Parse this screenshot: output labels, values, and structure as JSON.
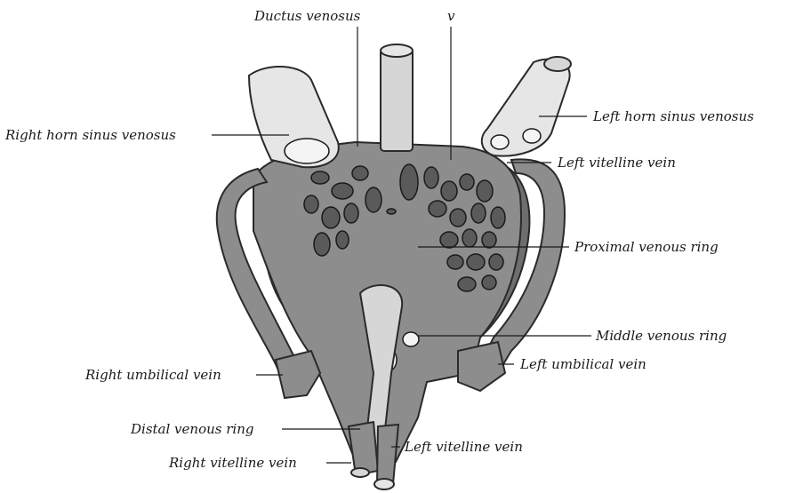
{
  "figure": {
    "labels": {
      "ductus_venosus": "Ductus venosus",
      "v": "v",
      "right_horn_sinus_venosus": "Right horn sinus venosus",
      "left_horn_sinus_venosus": "Left horn sinus venosus",
      "left_vitelline_vein_upper": "Left vitelline vein",
      "proximal_venous_ring": "Proximal venous ring",
      "middle_venous_ring": "Middle venous ring",
      "left_umbilical_vein": "Left umbilical vein",
      "right_umbilical_vein": "Right umbilical vein",
      "distal_venous_ring": "Distal venous ring",
      "left_vitelline_vein_lower": "Left vitelline vein",
      "right_vitelline_vein": "Right vitelline vein"
    },
    "colors": {
      "tissue": "#8d8d8d",
      "vessel": "#d6d6d6",
      "ink": "#1a1a1a"
    }
  }
}
